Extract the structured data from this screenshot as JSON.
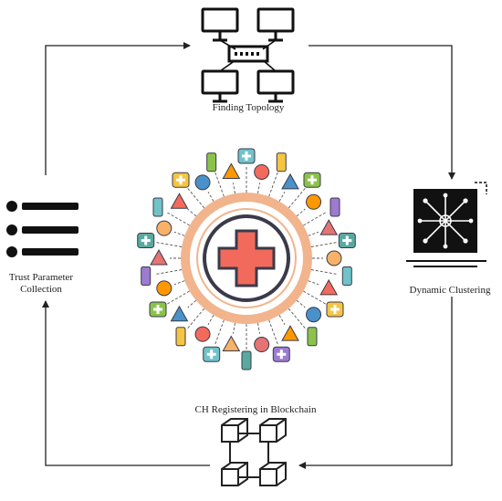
{
  "labels": {
    "finding_topology": "Finding Topology",
    "dynamic_clustering": "Dynamic Clustering",
    "ch_registering": "CH Registering in Blockchain",
    "trust_parameter_line1": "Trust Parameter",
    "trust_parameter_line2": "Collection"
  },
  "icons": {
    "topology": "network-topology-icon",
    "clustering": "cluster-chip-icon",
    "blockchain": "blockchain-icon",
    "trust": "list-icon",
    "hub": "medical-cross-icon"
  },
  "colors": {
    "ring": "#f2b48c",
    "cross": "#f26a5b",
    "hub_dark": "#3b3a4a",
    "line": "#222222"
  },
  "medical_icon_colors": [
    "#6fc3c9",
    "#f26a5b",
    "#f5c542",
    "#4a90c9",
    "#8bc34a",
    "#ff9800",
    "#9c7bd1",
    "#e57373",
    "#5aa9a0",
    "#f7b267"
  ]
}
